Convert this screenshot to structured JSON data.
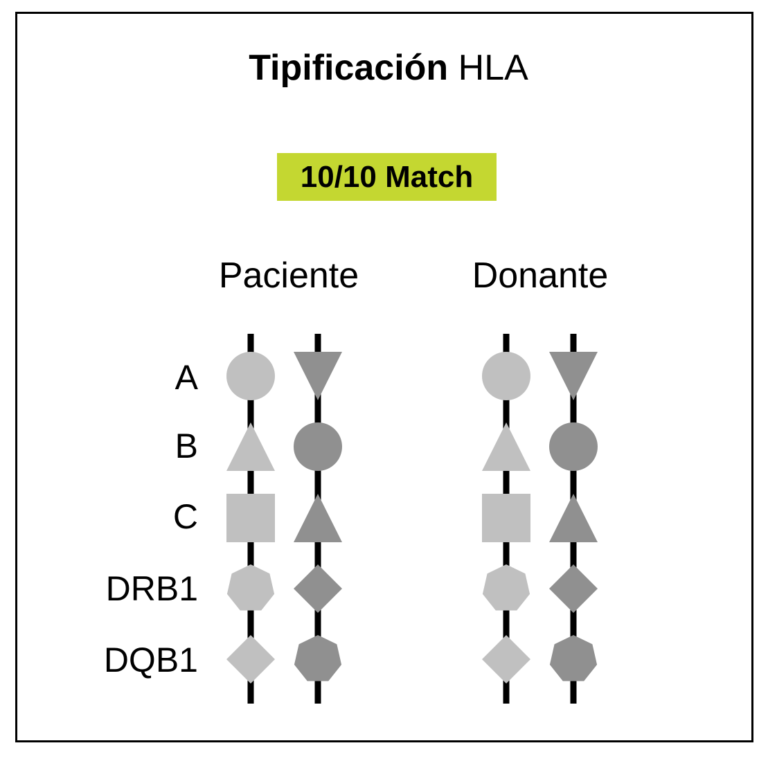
{
  "title": {
    "bold": "Tipificación",
    "normal": "HLA"
  },
  "badge": {
    "text": "10/10 Match",
    "color": "#c4d731"
  },
  "columns": [
    {
      "label": "Paciente"
    },
    {
      "label": "Donante"
    }
  ],
  "loci": [
    {
      "name": "A",
      "shapes": [
        "circle",
        "triangle-down"
      ]
    },
    {
      "name": "B",
      "shapes": [
        "triangle-up",
        "circle"
      ]
    },
    {
      "name": "C",
      "shapes": [
        "square",
        "triangle-up"
      ]
    },
    {
      "name": "DRB1",
      "shapes": [
        "heptagon",
        "diamond"
      ]
    },
    {
      "name": "DQB1",
      "shapes": [
        "diamond",
        "heptagon"
      ]
    }
  ],
  "colors": {
    "haplotype_1": "#c0c0c0",
    "haplotype_2": "#909090",
    "strand": "#000000"
  }
}
